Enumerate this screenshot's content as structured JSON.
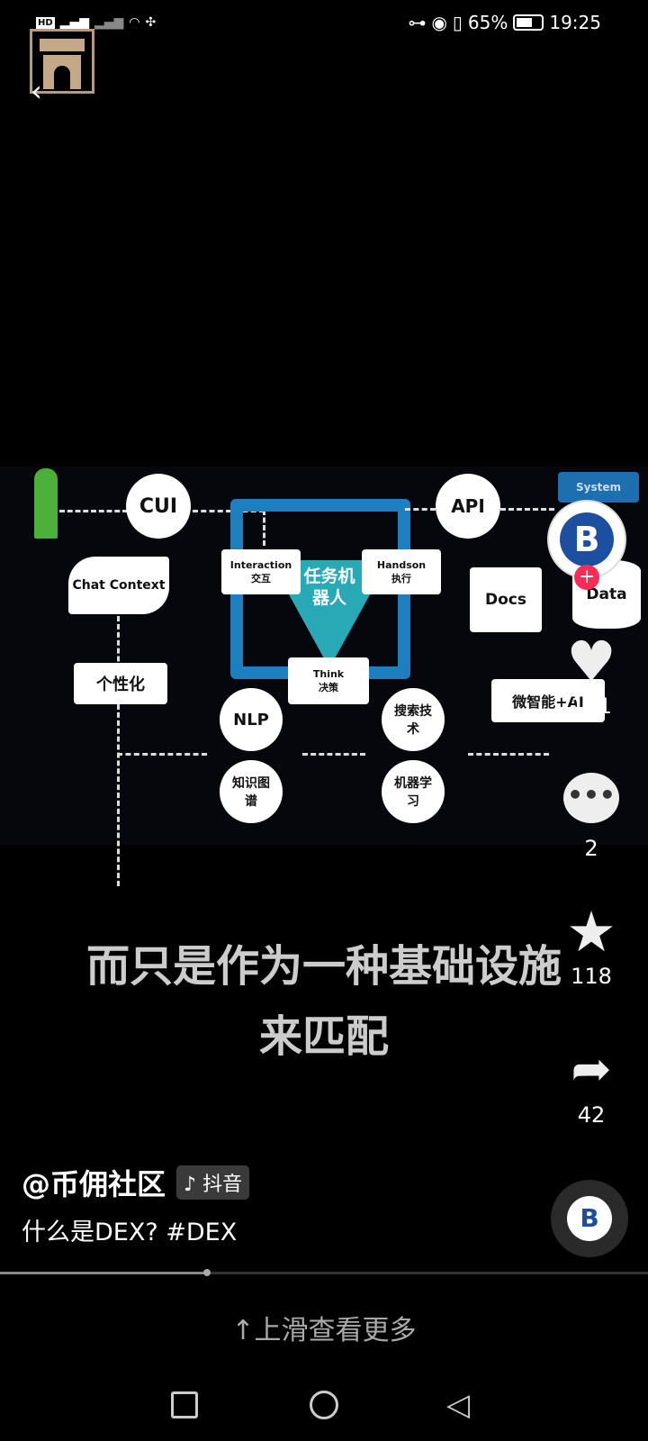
{
  "status_bar": {
    "left_icons": [
      "hd-icon",
      "5g-signal-icon",
      "signal-icon",
      "wifi-icon",
      "nfc-icon"
    ],
    "time": "19:25",
    "battery": "65%"
  },
  "diagram": {
    "cui": "CUI",
    "api": "API",
    "chat_context": "Chat Context",
    "personalize": "个性化",
    "interaction": "Interaction",
    "interaction_cn": "交互",
    "handson": "Handson",
    "handson_cn": "执行",
    "think": "Think",
    "think_cn": "决策",
    "center": "任务机器人",
    "docs": "Docs",
    "data": "Data",
    "system": "System",
    "micro_ai": "微智能+AI",
    "nlp": "NLP",
    "kg": "知识图谱",
    "search": "搜索技术",
    "ml": "机器学习"
  },
  "subtitle": {
    "line1": "而只是作为一种基础设施",
    "line2": "来匹配"
  },
  "sidebar": {
    "likes": "171",
    "comments": "2",
    "favorites": "118",
    "shares": "42"
  },
  "author": "@币佣社区",
  "badge": "抖音",
  "caption": "什么是DEX? #DEX",
  "progress": 0.32,
  "more_hint": "↑上滑查看更多",
  "colors": {
    "accent": "#fe2c55",
    "diagram_blue": "#1e7fc0",
    "teal": "#29a9b5"
  }
}
